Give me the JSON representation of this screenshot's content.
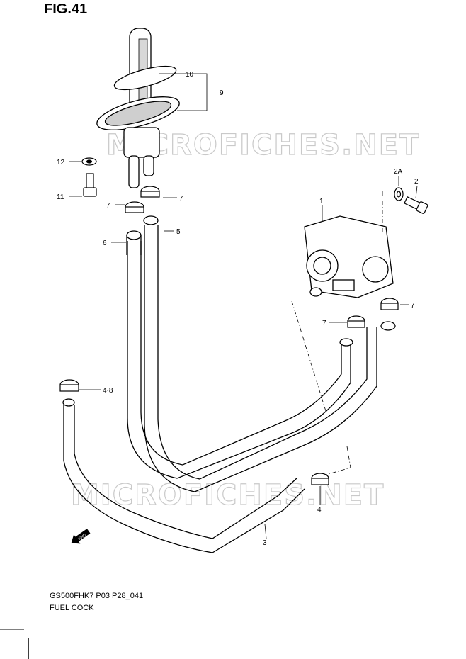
{
  "figure_title": "FIG.41",
  "watermark": "MICROFICHES.NET",
  "callouts": {
    "p1": "1",
    "p2": "2",
    "p2a": "2A",
    "p3": "3",
    "p4": "4",
    "p4_8": "4·8",
    "p5": "5",
    "p6": "6",
    "p7": "7",
    "p9": "9",
    "p10": "10",
    "p11": "11",
    "p12": "12",
    "fwd": "FWD"
  },
  "footer": {
    "model_code": "GS500FHK7 P03 P28_041",
    "group_name": "FUEL COCK"
  }
}
